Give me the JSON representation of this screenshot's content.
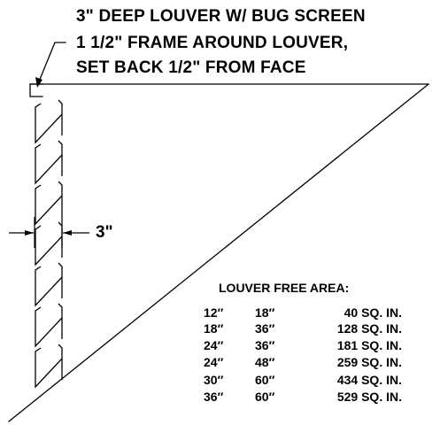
{
  "notes": {
    "line1": "3\" DEEP LOUVER W/ BUG SCREEN",
    "line2": "1 1/2\" FRAME AROUND LOUVER,",
    "line3": "SET BACK 1/2\" FROM FACE"
  },
  "dimension": {
    "depth_label": "3\""
  },
  "free_area_table": {
    "title": "LOUVER FREE AREA:",
    "rows": [
      {
        "width": "12″",
        "height": "18″",
        "area": "40 SQ. IN."
      },
      {
        "width": "18″",
        "height": "36″",
        "area": "128 SQ. IN."
      },
      {
        "width": "24″",
        "height": "36″",
        "area": "181 SQ. IN."
      },
      {
        "width": "24″",
        "height": "48″",
        "area": "259 SQ. IN."
      },
      {
        "width": "30″",
        "height": "60″",
        "area": "434 SQ. IN."
      },
      {
        "width": "36″",
        "height": "60″",
        "area": "529 SQ. IN."
      }
    ]
  },
  "colors": {
    "ink": "#000000",
    "paper": "#ffffff"
  }
}
